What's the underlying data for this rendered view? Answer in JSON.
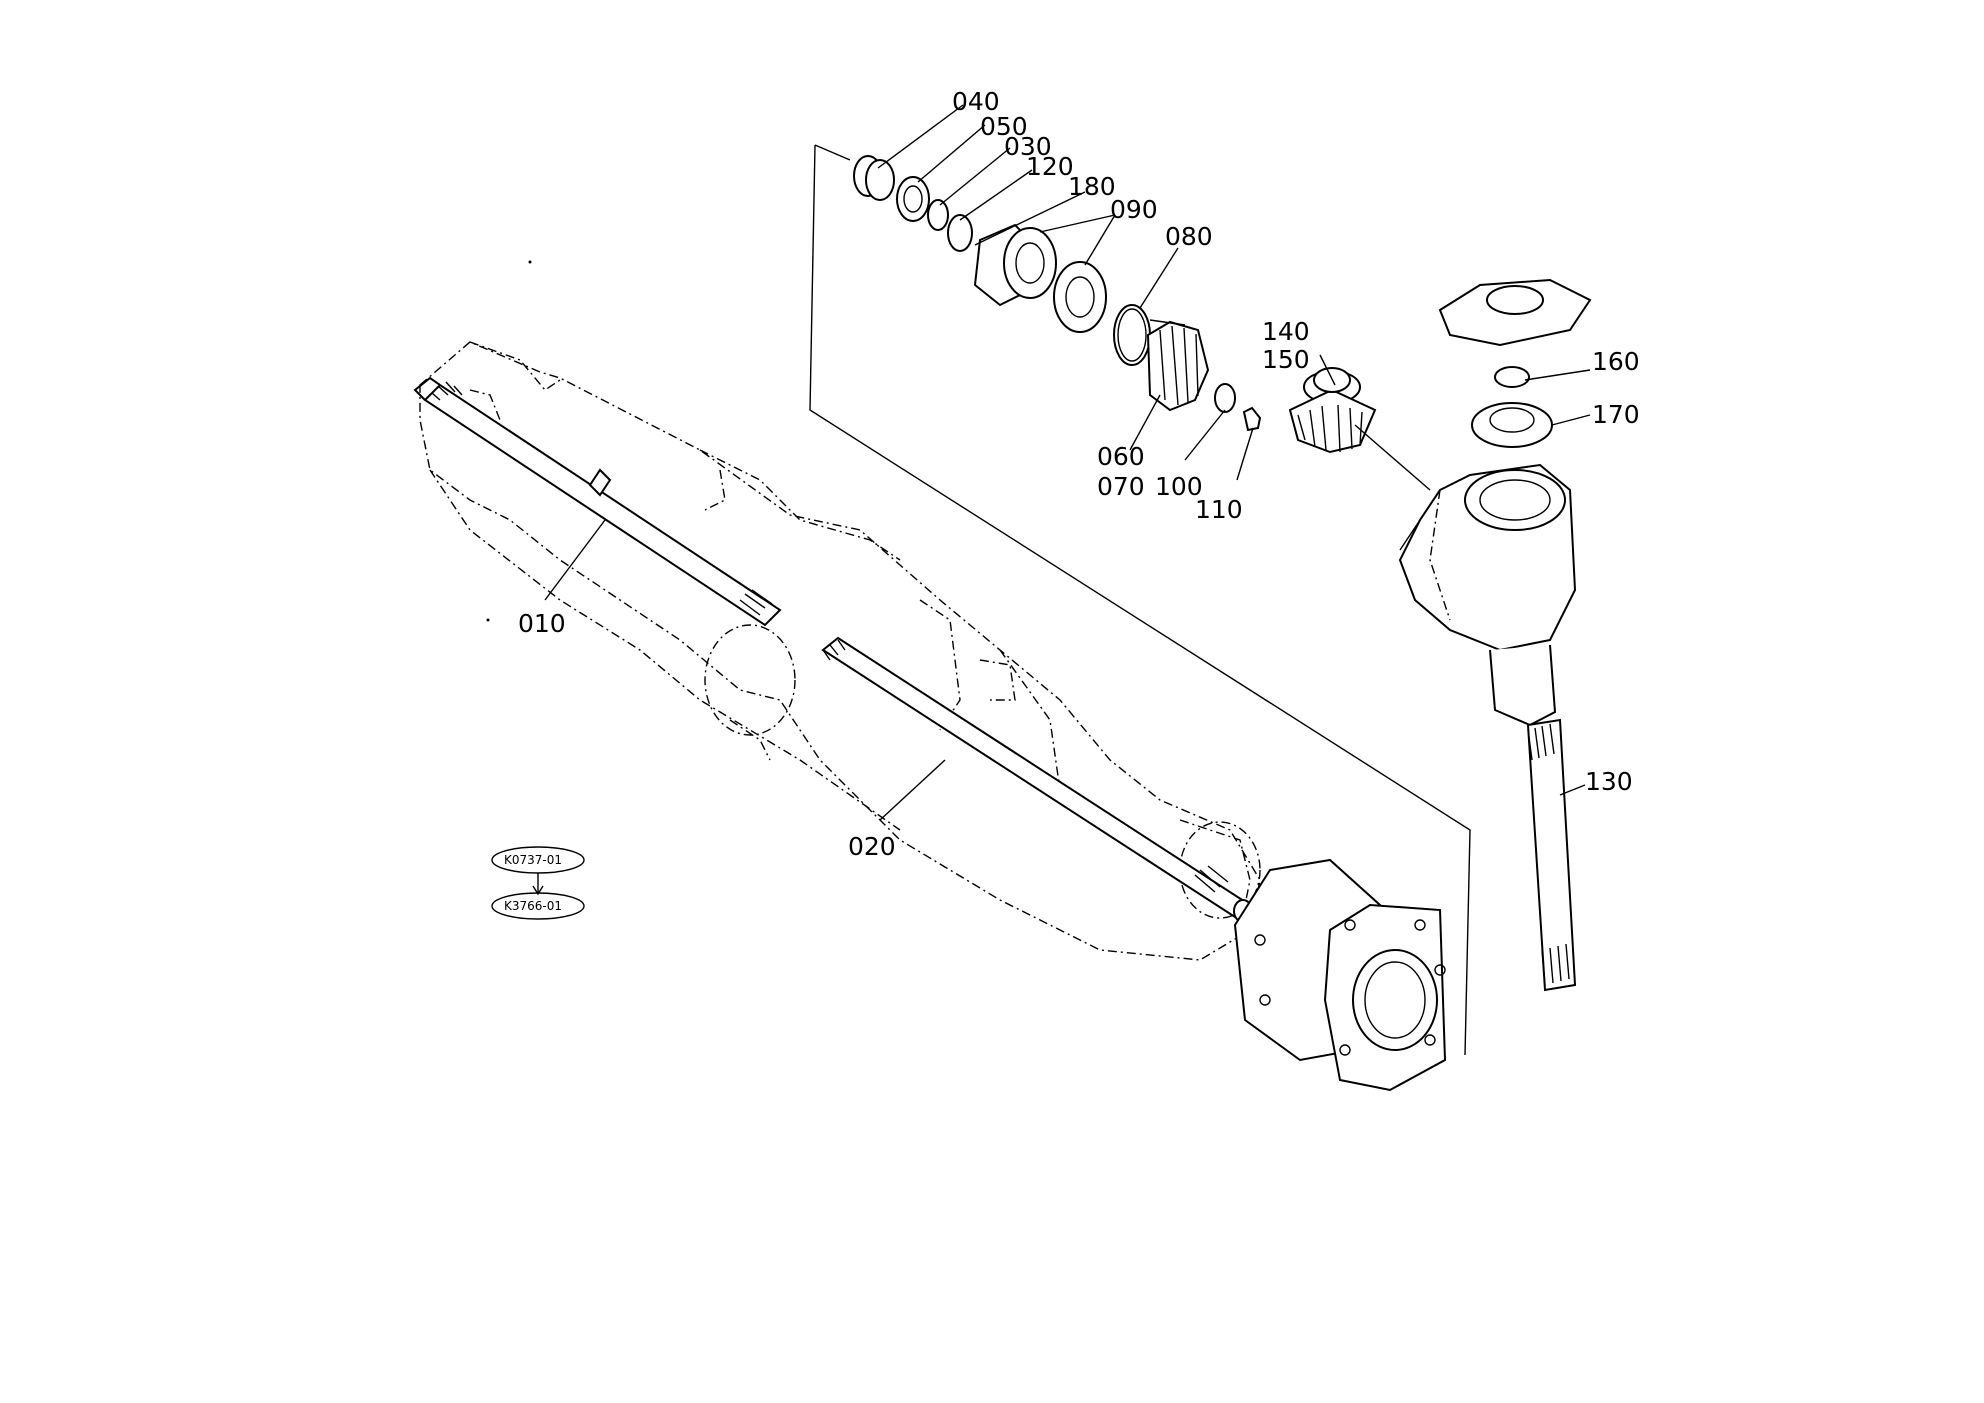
{
  "callouts": {
    "c040": "040",
    "c050": "050",
    "c030": "030",
    "c120": "120",
    "c180": "180",
    "c090": "090",
    "c080": "080",
    "c140": "140",
    "c150": "150",
    "c160": "160",
    "c170": "170",
    "c060": "060",
    "c070": "070",
    "c100": "100",
    "c110": "110",
    "c010": "010",
    "c020": "020",
    "c130": "130"
  },
  "reference_codes": {
    "from": "K0737-01",
    "to": "K3766-01"
  }
}
